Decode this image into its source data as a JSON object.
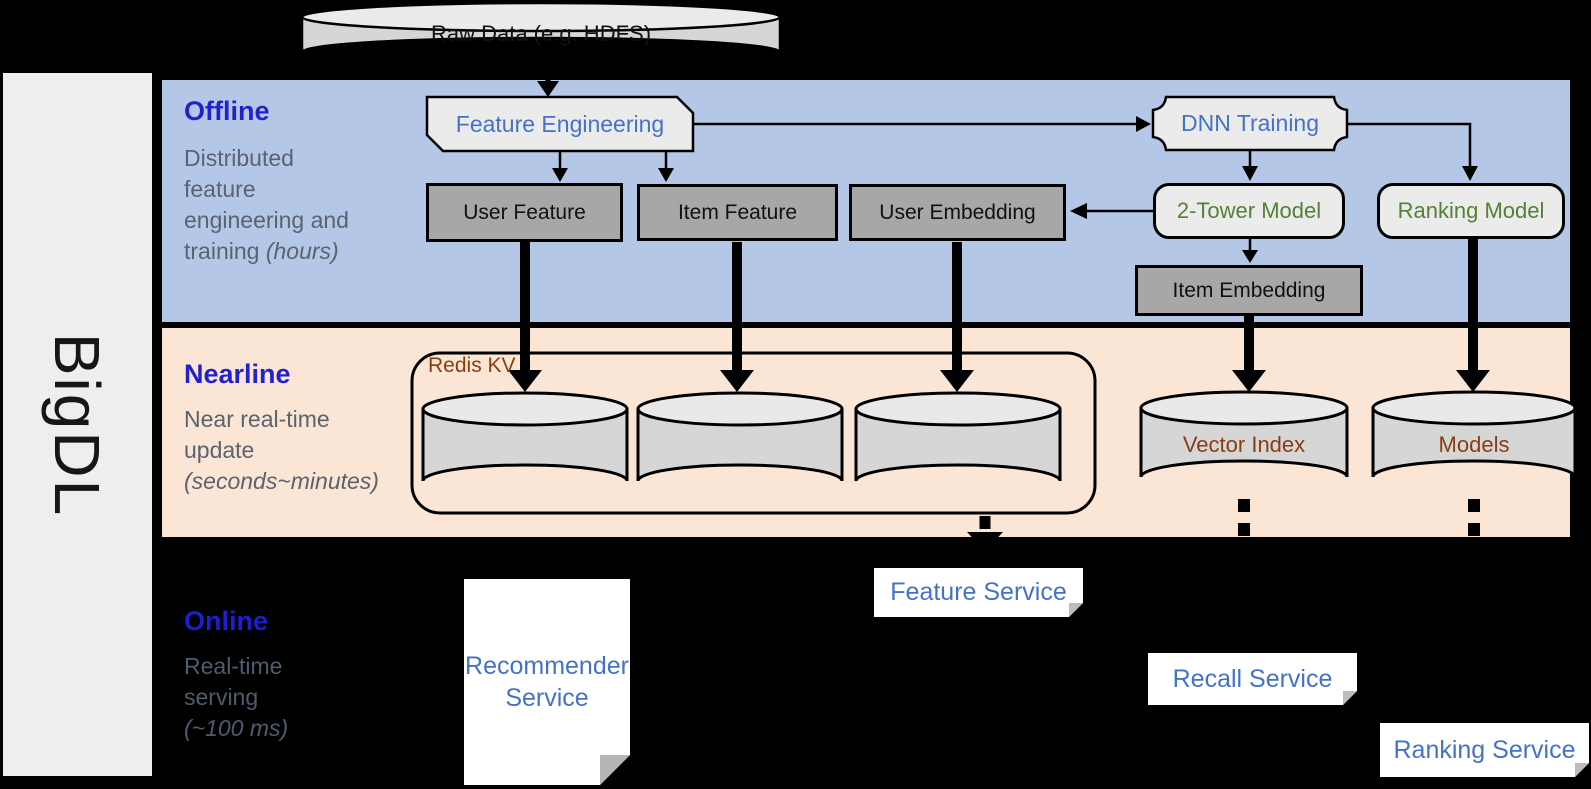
{
  "brand": {
    "name": "BigDL"
  },
  "colors": {
    "background": "#000000",
    "sidebar": "#eeeeee",
    "band_offline": "#b4c7e7",
    "band_nearline": "#fbe5d5",
    "heading_blue": "#2222cc",
    "body_gray": "#5b6270",
    "shape_text_blue": "#4472c9",
    "model_text_green": "#538135",
    "store_text_brown": "#8a3e10",
    "box_gray": "#a7a7a7",
    "shape_fill": "#ebebeb",
    "cylinder_fill": "#d6d6d6"
  },
  "bands": {
    "offline": {
      "title": "Offline",
      "line1": "Distributed",
      "line2": "feature",
      "line3": "engineering and",
      "line4_plain": "training ",
      "line4_italic": "(hours)"
    },
    "nearline": {
      "title": "Nearline",
      "line1": "Near real-time",
      "line2": "update",
      "line3_italic": "(seconds~minutes)"
    },
    "online": {
      "title": "Online",
      "line1": "Real-time",
      "line2": "serving",
      "line3_italic": "(~100 ms)"
    }
  },
  "nodes": {
    "raw_data": "Raw Data (e.g. HDFS)",
    "feature_engineering": "Feature Engineering",
    "dnn_training": "DNN Training",
    "user_feature": "User Feature",
    "item_feature": "Item Feature",
    "user_embedding": "User Embedding",
    "two_tower_model": "2-Tower Model",
    "ranking_model": "Ranking Model",
    "item_embedding": "Item Embedding",
    "redis_kv": "Redis KV",
    "vector_index": "Vector Index",
    "models": "Models",
    "recommender_service": "Recommender Service",
    "feature_service": "Feature Service",
    "recall_service": "Recall Service",
    "ranking_service": "Ranking Service"
  }
}
